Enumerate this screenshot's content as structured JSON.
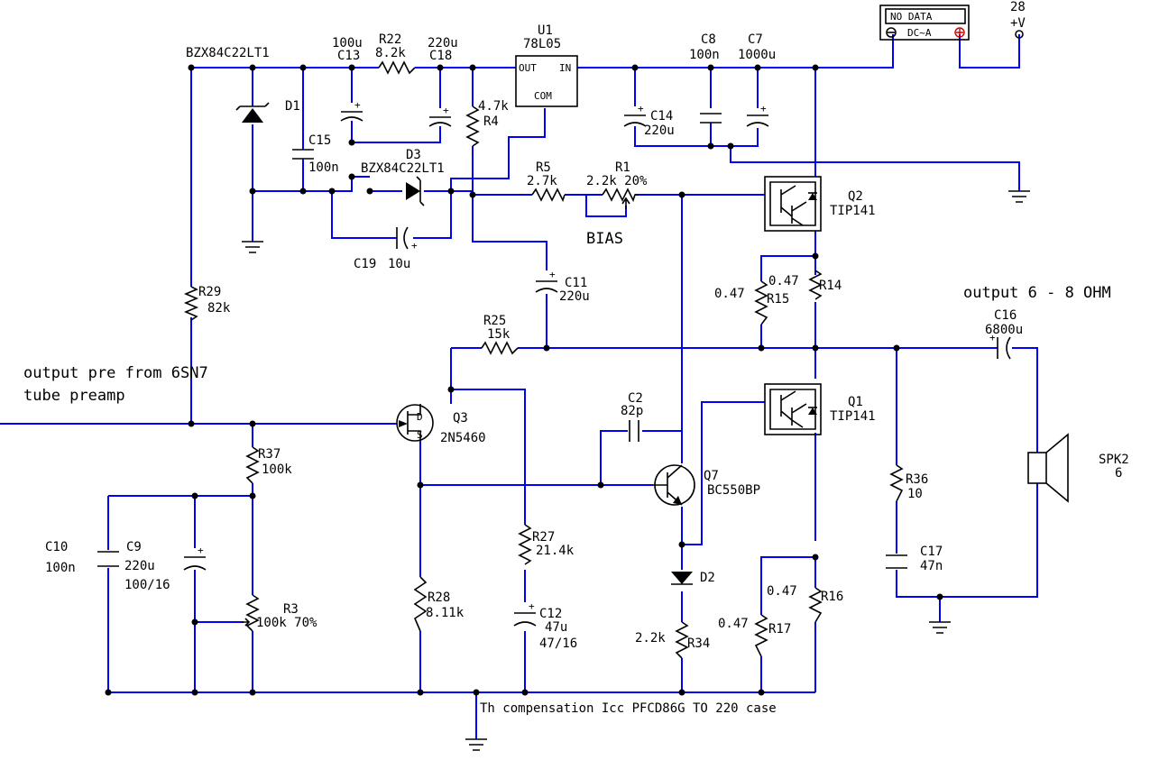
{
  "schematic": {
    "labels": {
      "bzx_top": "BZX84C22LT1",
      "d1": "D1",
      "c15": "C15",
      "c15_val": "100n",
      "c13_val": "100u",
      "c13": "C13",
      "r22": "R22",
      "r22_val": "8.2k",
      "c18_val": "220u",
      "c18": "C18",
      "u1": "U1",
      "u1_part": "78L05",
      "u1_out": "OUT",
      "u1_in": "IN",
      "u1_com": "COM",
      "c8": "C8",
      "c8_val": "100n",
      "c7": "C7",
      "c7_val": "1000u",
      "c14": "C14",
      "c14_val": "220u",
      "r4_val": "4.7k",
      "r4": "R4",
      "d3": "D3",
      "d3_part": "BZX84C22LT1",
      "r5": "R5",
      "r5_val": "2.7k",
      "r1": "R1",
      "r1_val": "2.2k 20%",
      "q2": "Q2",
      "q2_part": "TIP141",
      "bias": "BIAS",
      "c19": "C19",
      "c19_val": "10u",
      "c11": "C11",
      "c11_val": "220u",
      "r29": "R29",
      "r29_val": "82k",
      "r25": "R25",
      "r25_val": "15k",
      "r14_val": "0.47",
      "r14": "R14",
      "r15_val": "0.47",
      "r15": "R15",
      "output_title": "output 6 - 8 OHM",
      "c16": "C16",
      "c16_val": "6800u",
      "input_line1": "output pre from 6SN7",
      "input_line2": "tube preamp",
      "q3": "Q3",
      "q3_part": "2N5460",
      "q3_d": "D",
      "q3_s": "S",
      "c2": "C2",
      "c2_val": "82p",
      "q1": "Q1",
      "q1_part": "TIP141",
      "r37": "R37",
      "r37_val": "100k",
      "q7": "Q7",
      "q7_part": "BC550BP",
      "spk": "SPK2",
      "spk_val": "6",
      "r36": "R36",
      "r36_val": "10",
      "c10": "C10",
      "c10_val": "100n",
      "c9": "C9",
      "c9_val": "220u",
      "c9_rating": "100/16",
      "r27": "R27",
      "r27_val": "21.4k",
      "d2": "D2",
      "c17": "C17",
      "c17_val": "47n",
      "r3": "R3",
      "r3_val": "100k 70%",
      "r28": "R28",
      "r28_val": "8.11k",
      "c12": "C12",
      "c12_val": "47u",
      "c12_rating": "47/16",
      "r16_val": "0.47",
      "r16": "R16",
      "r17_val": "0.47",
      "r17": "R17",
      "r34_val": "2.2k",
      "r34": "R34",
      "thermal_note": "Th compensation Icc PFCD86G TO 220 case",
      "supply_status": "NO DATA",
      "supply_mode": "DC~A",
      "supply_voltage": "28",
      "supply_rail": "+V"
    },
    "colors": {
      "wire": "#0000ff",
      "component": "#000000",
      "background": "#ffffff",
      "meter_terminal": "#cc0000"
    }
  }
}
